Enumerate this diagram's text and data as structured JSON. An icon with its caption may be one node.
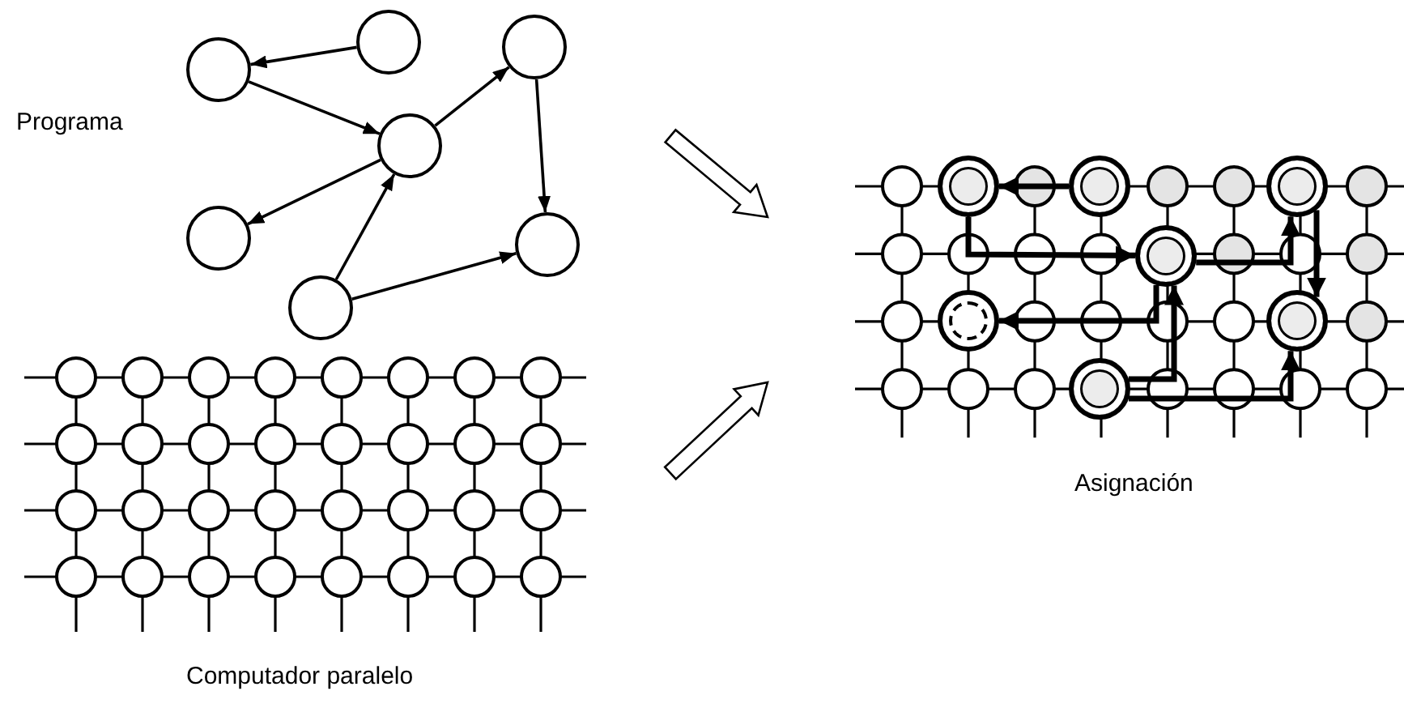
{
  "diagram": {
    "nodes": [
      {
        "text": [],
        "shape": "circle"
      },
      {
        "text": [],
        "shape": "circle"
      },
      {
        "text": [],
        "shape": "circle"
      },
      {
        "text": [],
        "shape": "circle"
      },
      {
        "text": [],
        "shape": "circle"
      },
      {
        "text": [],
        "shape": "circle"
      },
      {
        "text": [],
        "shape": "circle"
      },
      {
        "text": [],
        "shape": "circle"
      },
      {
        "text": [],
        "shape": "circle"
      },
      {
        "text": [],
        "shape": "circle"
      },
      {
        "text": [],
        "shape": "circle"
      },
      {
        "text": [],
        "shape": "circle"
      },
      {
        "text": [],
        "shape": "circle"
      },
      {
        "text": [],
        "shape": "circle"
      }
    ],
    "edges": [
      {
        "from": 1,
        "to": 0,
        "arrow": "to"
      },
      {
        "from": 0,
        "to": 3,
        "arrow": "to"
      },
      {
        "from": 3,
        "to": 2,
        "arrow": "to"
      },
      {
        "from": 2,
        "to": 5,
        "arrow": "to"
      },
      {
        "from": 3,
        "to": 4,
        "arrow": "to"
      },
      {
        "from": 6,
        "to": 3,
        "arrow": "to"
      },
      {
        "from": 6,
        "to": 5,
        "arrow": "to"
      },
      {
        "from": 8,
        "to": 7,
        "arrow": "to",
        "style": "thick"
      },
      {
        "from": 7,
        "to": 10,
        "arrow": "to",
        "style": "thick"
      },
      {
        "from": 10,
        "to": 9,
        "arrow": "to",
        "style": "thick"
      },
      {
        "from": 9,
        "to": 12,
        "arrow": "to",
        "style": "thick"
      },
      {
        "from": 10,
        "to": 11,
        "arrow": "to",
        "style": "thick"
      },
      {
        "from": 13,
        "to": 10,
        "arrow": "to",
        "style": "thick"
      },
      {
        "from": 13,
        "to": 12,
        "arrow": "to",
        "style": "thick"
      }
    ],
    "labels": [
      "Programa",
      "Computador paralelo",
      "Asignación"
    ]
  }
}
